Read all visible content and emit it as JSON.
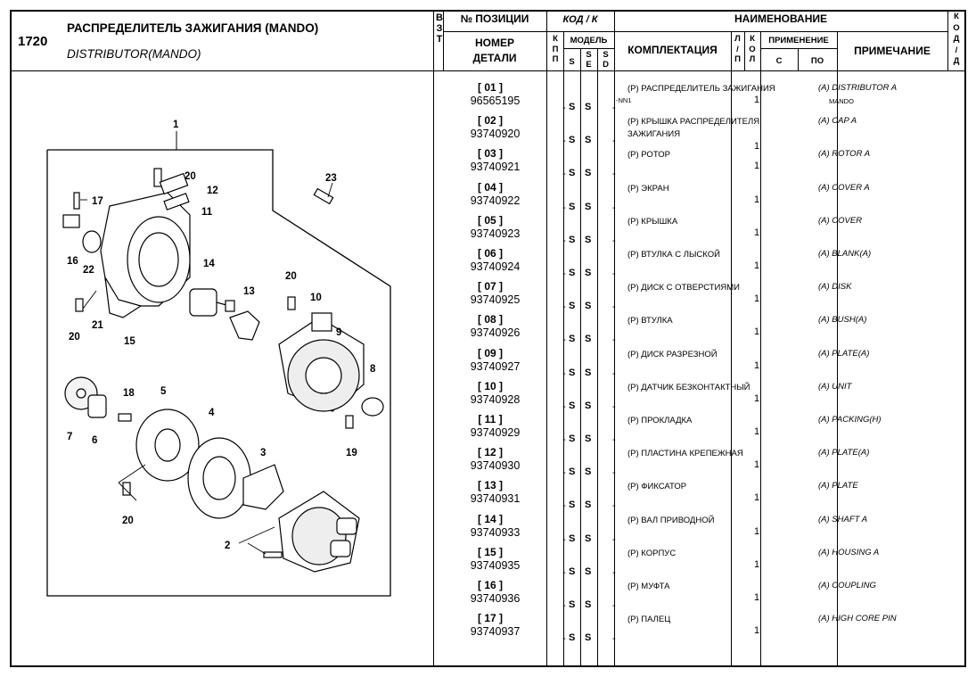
{
  "section": {
    "number": "1720",
    "title_ru": "РАСПРЕДЕЛИТЕЛЬ ЗАЖИГАНИЯ (MANDO)",
    "title_en": "DISTRIBUTOR(MANDO)"
  },
  "header": {
    "vzt": [
      "В",
      "З",
      "Т"
    ],
    "position_no": "№ ПОЗИЦИИ",
    "part_no_l1": "НОМЕР",
    "part_no_l2": "ДЕТАЛИ",
    "code_k": "КОД / К",
    "kp_l1": "К",
    "kp_l2": "П",
    "kp_l3": "П",
    "model": "МОДЕЛЬ",
    "m_s": "S",
    "m_se_l1": "S",
    "m_se_l2": "E",
    "m_sd_l1": "S",
    "m_sd_l2": "D",
    "name": "НАИМЕНОВАНИЕ",
    "kit": "КОМПЛЕКТАЦИЯ",
    "lp_l1": "Л",
    "lp_l2": "/",
    "lp_l3": "П",
    "kol_l1": "К",
    "kol_l2": "О",
    "kol_l3": "Л",
    "application": "ПРИМЕНЕНИЕ",
    "app_from": "С",
    "app_to": "ПО",
    "note": "ПРИМЕЧАНИЕ",
    "kod": [
      "К",
      "О",
      "Д",
      "/",
      "Д"
    ]
  },
  "parts": [
    {
      "pos": "[ 01 ]",
      "pn": "96565195",
      "kp": "-",
      "s": "S",
      "se": "S",
      "sd": "-",
      "ru": "(Р) РАСПРЕДЕЛИТЕЛЬ ЗАЖИГАНИЯ",
      "en": "(A) DISTRIBUTOR A",
      "qty": "1",
      "extra_left": "-NN1",
      "extra_right": "MANDO"
    },
    {
      "pos": "[ 02 ]",
      "pn": "93740920",
      "kp": "-",
      "s": "S",
      "se": "S",
      "sd": "-",
      "ru": "(Р) КРЫШКА РАСПРЕДЕЛИТЕЛЯ ЗАЖИГАНИЯ",
      "en": "(A) CAP A",
      "qty": "1"
    },
    {
      "pos": "[ 03 ]",
      "pn": "93740921",
      "kp": "-",
      "s": "S",
      "se": "S",
      "sd": "-",
      "ru": "(Р) РОТОР",
      "en": "(A) ROTOR A",
      "qty": "1"
    },
    {
      "pos": "[ 04 ]",
      "pn": "93740922",
      "kp": "-",
      "s": "S",
      "se": "S",
      "sd": "-",
      "ru": "(Р) ЭКРАН",
      "en": "(A) COVER A",
      "qty": "1"
    },
    {
      "pos": "[ 05 ]",
      "pn": "93740923",
      "kp": "-",
      "s": "S",
      "se": "S",
      "sd": "-",
      "ru": "(Р) КРЫШКА",
      "en": "(A) COVER",
      "qty": "1"
    },
    {
      "pos": "[ 06 ]",
      "pn": "93740924",
      "kp": "-",
      "s": "S",
      "se": "S",
      "sd": "-",
      "ru": "(Р) ВТУЛКА С ЛЫСКОЙ",
      "en": "(A) BLANK(A)",
      "qty": "1"
    },
    {
      "pos": "[ 07 ]",
      "pn": "93740925",
      "kp": "-",
      "s": "S",
      "se": "S",
      "sd": "-",
      "ru": "(Р) ДИСК С ОТВЕРСТИЯМИ",
      "en": "(A) DISK",
      "qty": "1"
    },
    {
      "pos": "[ 08 ]",
      "pn": "93740926",
      "kp": "-",
      "s": "S",
      "se": "S",
      "sd": "-",
      "ru": "(Р) ВТУЛКА",
      "en": "(A) BUSH(A)",
      "qty": "1"
    },
    {
      "pos": "[ 09 ]",
      "pn": "93740927",
      "kp": "-",
      "s": "S",
      "se": "S",
      "sd": "-",
      "ru": "(Р) ДИСК РАЗРЕЗНОЙ",
      "en": "(A) PLATE(A)",
      "qty": "1"
    },
    {
      "pos": "[ 10 ]",
      "pn": "93740928",
      "kp": "-",
      "s": "S",
      "se": "S",
      "sd": "-",
      "ru": "(Р) ДАТЧИК БЕЗКОНТАКТНЫЙ",
      "en": "(A) UNIT",
      "qty": "1"
    },
    {
      "pos": "[ 11 ]",
      "pn": "93740929",
      "kp": "-",
      "s": "S",
      "se": "S",
      "sd": "-",
      "ru": "(Р) ПРОКЛАДКА",
      "en": "(A) PACKING(H)",
      "qty": "1"
    },
    {
      "pos": "[ 12 ]",
      "pn": "93740930",
      "kp": "-",
      "s": "S",
      "se": "S",
      "sd": "-",
      "ru": "(Р) ПЛАСТИНА КРЕПЕЖНАЯ",
      "en": "(A) PLATE(A)",
      "qty": "1"
    },
    {
      "pos": "[ 13 ]",
      "pn": "93740931",
      "kp": "-",
      "s": "S",
      "se": "S",
      "sd": "-",
      "ru": "(Р) ФИКСАТОР",
      "en": "(A) PLATE",
      "qty": "1"
    },
    {
      "pos": "[ 14 ]",
      "pn": "93740933",
      "kp": "-",
      "s": "S",
      "se": "S",
      "sd": "-",
      "ru": "(Р) ВАЛ ПРИВОДНОЙ",
      "en": "(A) SHAFT A",
      "qty": "1"
    },
    {
      "pos": "[ 15 ]",
      "pn": "93740935",
      "kp": "-",
      "s": "S",
      "se": "S",
      "sd": "-",
      "ru": "(Р) КОРПУС",
      "en": "(A) HOUSING A",
      "qty": "1"
    },
    {
      "pos": "[ 16 ]",
      "pn": "93740936",
      "kp": "-",
      "s": "S",
      "se": "S",
      "sd": "-",
      "ru": "(Р) МУФТА",
      "en": "(A) COUPLING",
      "qty": "1"
    },
    {
      "pos": "[ 17 ]",
      "pn": "93740937",
      "kp": "-",
      "s": "S",
      "se": "S",
      "sd": "-",
      "ru": "(Р) ПАЛЕЦ",
      "en": "(A) HIGH CORE PIN",
      "qty": "1"
    }
  ],
  "diagram": {
    "callouts": [
      "1",
      "2",
      "3",
      "4",
      "5",
      "6",
      "7",
      "8",
      "9",
      "10",
      "11",
      "12",
      "13",
      "14",
      "15",
      "16",
      "17",
      "18",
      "19",
      "20",
      "20",
      "20",
      "20",
      "21",
      "22",
      "23"
    ]
  }
}
